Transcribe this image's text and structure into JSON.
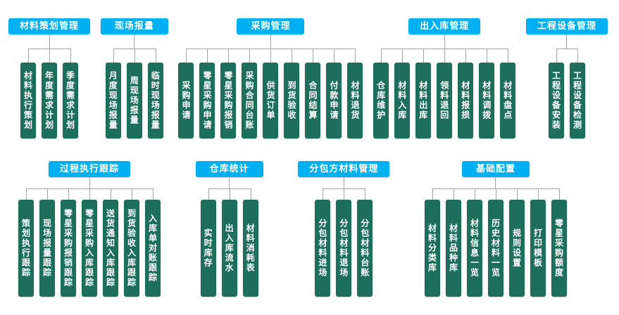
{
  "diagram": {
    "colors": {
      "header_bg": "#00b0f0",
      "node_bg": "#1e6e5c",
      "connector": "#a3a3a3",
      "text": "#ffffff",
      "background": "#ffffff"
    },
    "rows": [
      {
        "groups": [
          {
            "title": "材料策划管理",
            "children": [
              "材料执行策划",
              "年度需求计划",
              "季度需求计划"
            ]
          },
          {
            "title": "现场报量",
            "children": [
              "月度现场报量",
              "周现场报量",
              "临时现场报量"
            ]
          },
          {
            "title": "采购管理",
            "children": [
              "采购申请",
              "零星采购申请",
              "零星采购报销",
              "采购合同台账",
              "供货订单",
              "到货验收",
              "合同结算",
              "付款申请",
              "材料退货"
            ]
          },
          {
            "title": "出入库管理",
            "children": [
              "仓库维护",
              "材料入库",
              "材料出库",
              "领料退回",
              "材料报损",
              "材料调拨",
              "材料盘点"
            ]
          },
          {
            "title": "工程设备管理",
            "children": [
              "工程设备安装",
              "工程设备检测"
            ]
          }
        ]
      },
      {
        "groups": [
          {
            "title": "过程执行跟踪",
            "children": [
              "策划执行跟踪",
              "现场报量跟踪",
              "零星采购报销跟踪",
              "零星采购入库跟踪",
              "送货通知入库跟踪",
              "到货验收入库跟踪",
              "入库单对账跟踪"
            ]
          },
          {
            "title": "仓库统计",
            "children": [
              "实时库存",
              "出入库流水",
              "材料消耗表"
            ]
          },
          {
            "title": "分包方材料管理",
            "children": [
              "分包材料进场",
              "分包材料退场",
              "分包材料台账"
            ]
          },
          {
            "title": "基础配置",
            "children": [
              "材料分类库",
              "材料品种库",
              "材料信息一览",
              "历史材料一览",
              "规则设置",
              "打印模板",
              "零星采购额度"
            ]
          }
        ]
      }
    ]
  }
}
